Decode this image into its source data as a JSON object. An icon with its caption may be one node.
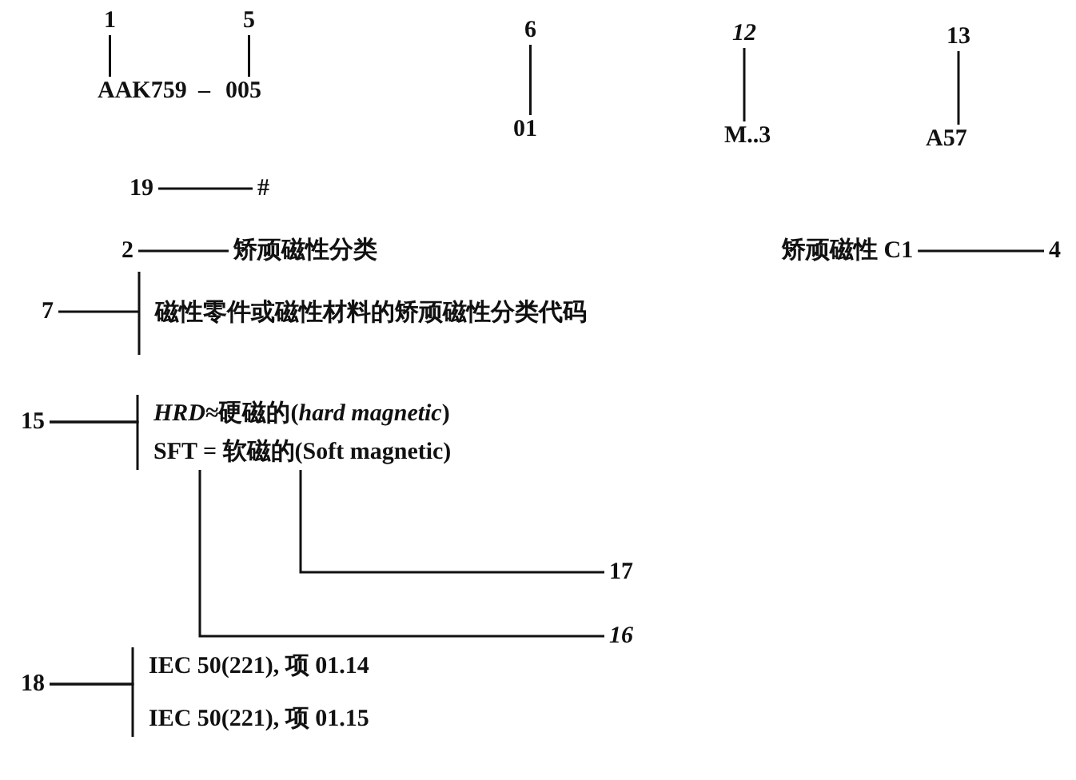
{
  "diagram": {
    "nodes": [
      {
        "text": [
          "1"
        ]
      },
      {
        "text": [
          "5"
        ]
      },
      {
        "text": [
          "6"
        ]
      },
      {
        "text": [
          "12"
        ]
      },
      {
        "text": [
          "13"
        ]
      },
      {
        "text": [
          "AAK759"
        ]
      },
      {
        "text": [
          "005"
        ]
      },
      {
        "text": [
          "01"
        ]
      },
      {
        "text": [
          "M..3"
        ]
      },
      {
        "text": [
          "A57"
        ]
      },
      {
        "text": [
          "19"
        ]
      },
      {
        "text": [
          "#"
        ]
      },
      {
        "text": [
          "2"
        ]
      },
      {
        "text": [
          "矫顽磁性分类"
        ]
      },
      {
        "text": [
          "矫顽磁性 C1"
        ]
      },
      {
        "text": [
          "4"
        ]
      },
      {
        "text": [
          "7"
        ]
      },
      {
        "text": [
          "磁性零件或磁性材料的矫顽磁性分类代码"
        ]
      },
      {
        "text": [
          "15"
        ]
      },
      {
        "text": [
          "*HRD*≈硬磁的(*hard magnetic*)"
        ]
      },
      {
        "text": [
          "SFT = 软磁的(Soft magnetic)"
        ]
      },
      {
        "text": [
          "17"
        ]
      },
      {
        "text": [
          "16"
        ]
      },
      {
        "text": [
          "18"
        ]
      },
      {
        "text": [
          "IEC 50(221), 项 01.14"
        ]
      },
      {
        "text": [
          "IEC 50(221), 项 01.15"
        ]
      }
    ],
    "edges": [
      {
        "from": 0,
        "to": 5,
        "arrow": "none"
      },
      {
        "from": 1,
        "to": 6,
        "arrow": "none"
      },
      {
        "from": 2,
        "to": 7,
        "arrow": "none"
      },
      {
        "from": 3,
        "to": 8,
        "arrow": "none"
      },
      {
        "from": 4,
        "to": 9,
        "arrow": "none"
      },
      {
        "from": 10,
        "to": 11,
        "arrow": "none"
      },
      {
        "from": 12,
        "to": 13,
        "arrow": "none"
      },
      {
        "from": 15,
        "to": 14,
        "arrow": "none"
      },
      {
        "from": 16,
        "to": 17,
        "arrow": "none"
      },
      {
        "from": 18,
        "to": 19,
        "arrow": "none"
      },
      {
        "from": 18,
        "to": 20,
        "arrow": "none"
      },
      {
        "from": 21,
        "to": 20,
        "arrow": "none"
      },
      {
        "from": 22,
        "to": 20,
        "arrow": "none"
      },
      {
        "from": 23,
        "to": 24,
        "arrow": "none"
      },
      {
        "from": 23,
        "to": 25,
        "arrow": "none"
      }
    ],
    "labels": [
      "–"
    ]
  }
}
